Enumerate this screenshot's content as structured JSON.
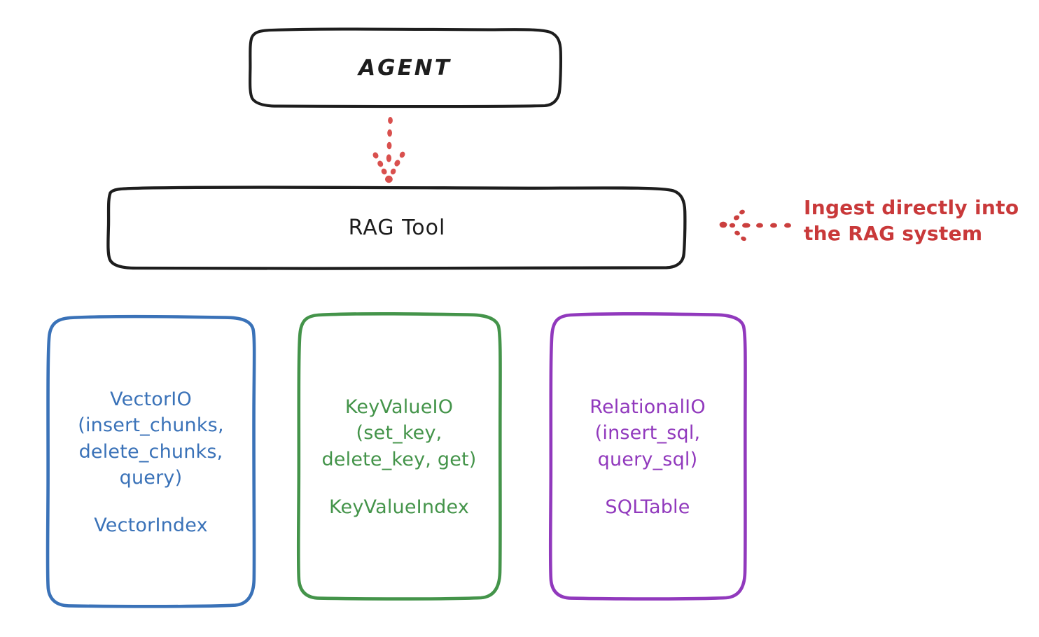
{
  "diagram": {
    "title_nodes": {
      "agent": {
        "label": "AGENT"
      },
      "rag_tool": {
        "label": "RAG Tool"
      }
    },
    "stores": [
      {
        "id": "vector",
        "api": "VectorIO\n(insert_chunks,\ndelete_chunks,\nquery)",
        "index": "VectorIndex",
        "color": "#3a72b8"
      },
      {
        "id": "keyvalue",
        "api": "KeyValueIO\n(set_key,\ndelete_key, get)",
        "index": "KeyValueIndex",
        "color": "#44944a"
      },
      {
        "id": "relational",
        "api": "RelationalIO\n(insert_sql,\nquery_sql)",
        "index": "SQLTable",
        "color": "#9139bd"
      }
    ],
    "annotation": {
      "text": "Ingest directly into\nthe RAG system",
      "color": "#c9393a"
    },
    "connectors": {
      "agent_to_rag": "dotted-arrow-down",
      "annotation_to_rag": "dotted-arrow-left"
    },
    "colors": {
      "stroke_black": "#1d1d1d",
      "blue": "#3a72b8",
      "green": "#44944a",
      "purple": "#9139bd",
      "red": "#c9393a",
      "background": "#ffffff"
    }
  }
}
